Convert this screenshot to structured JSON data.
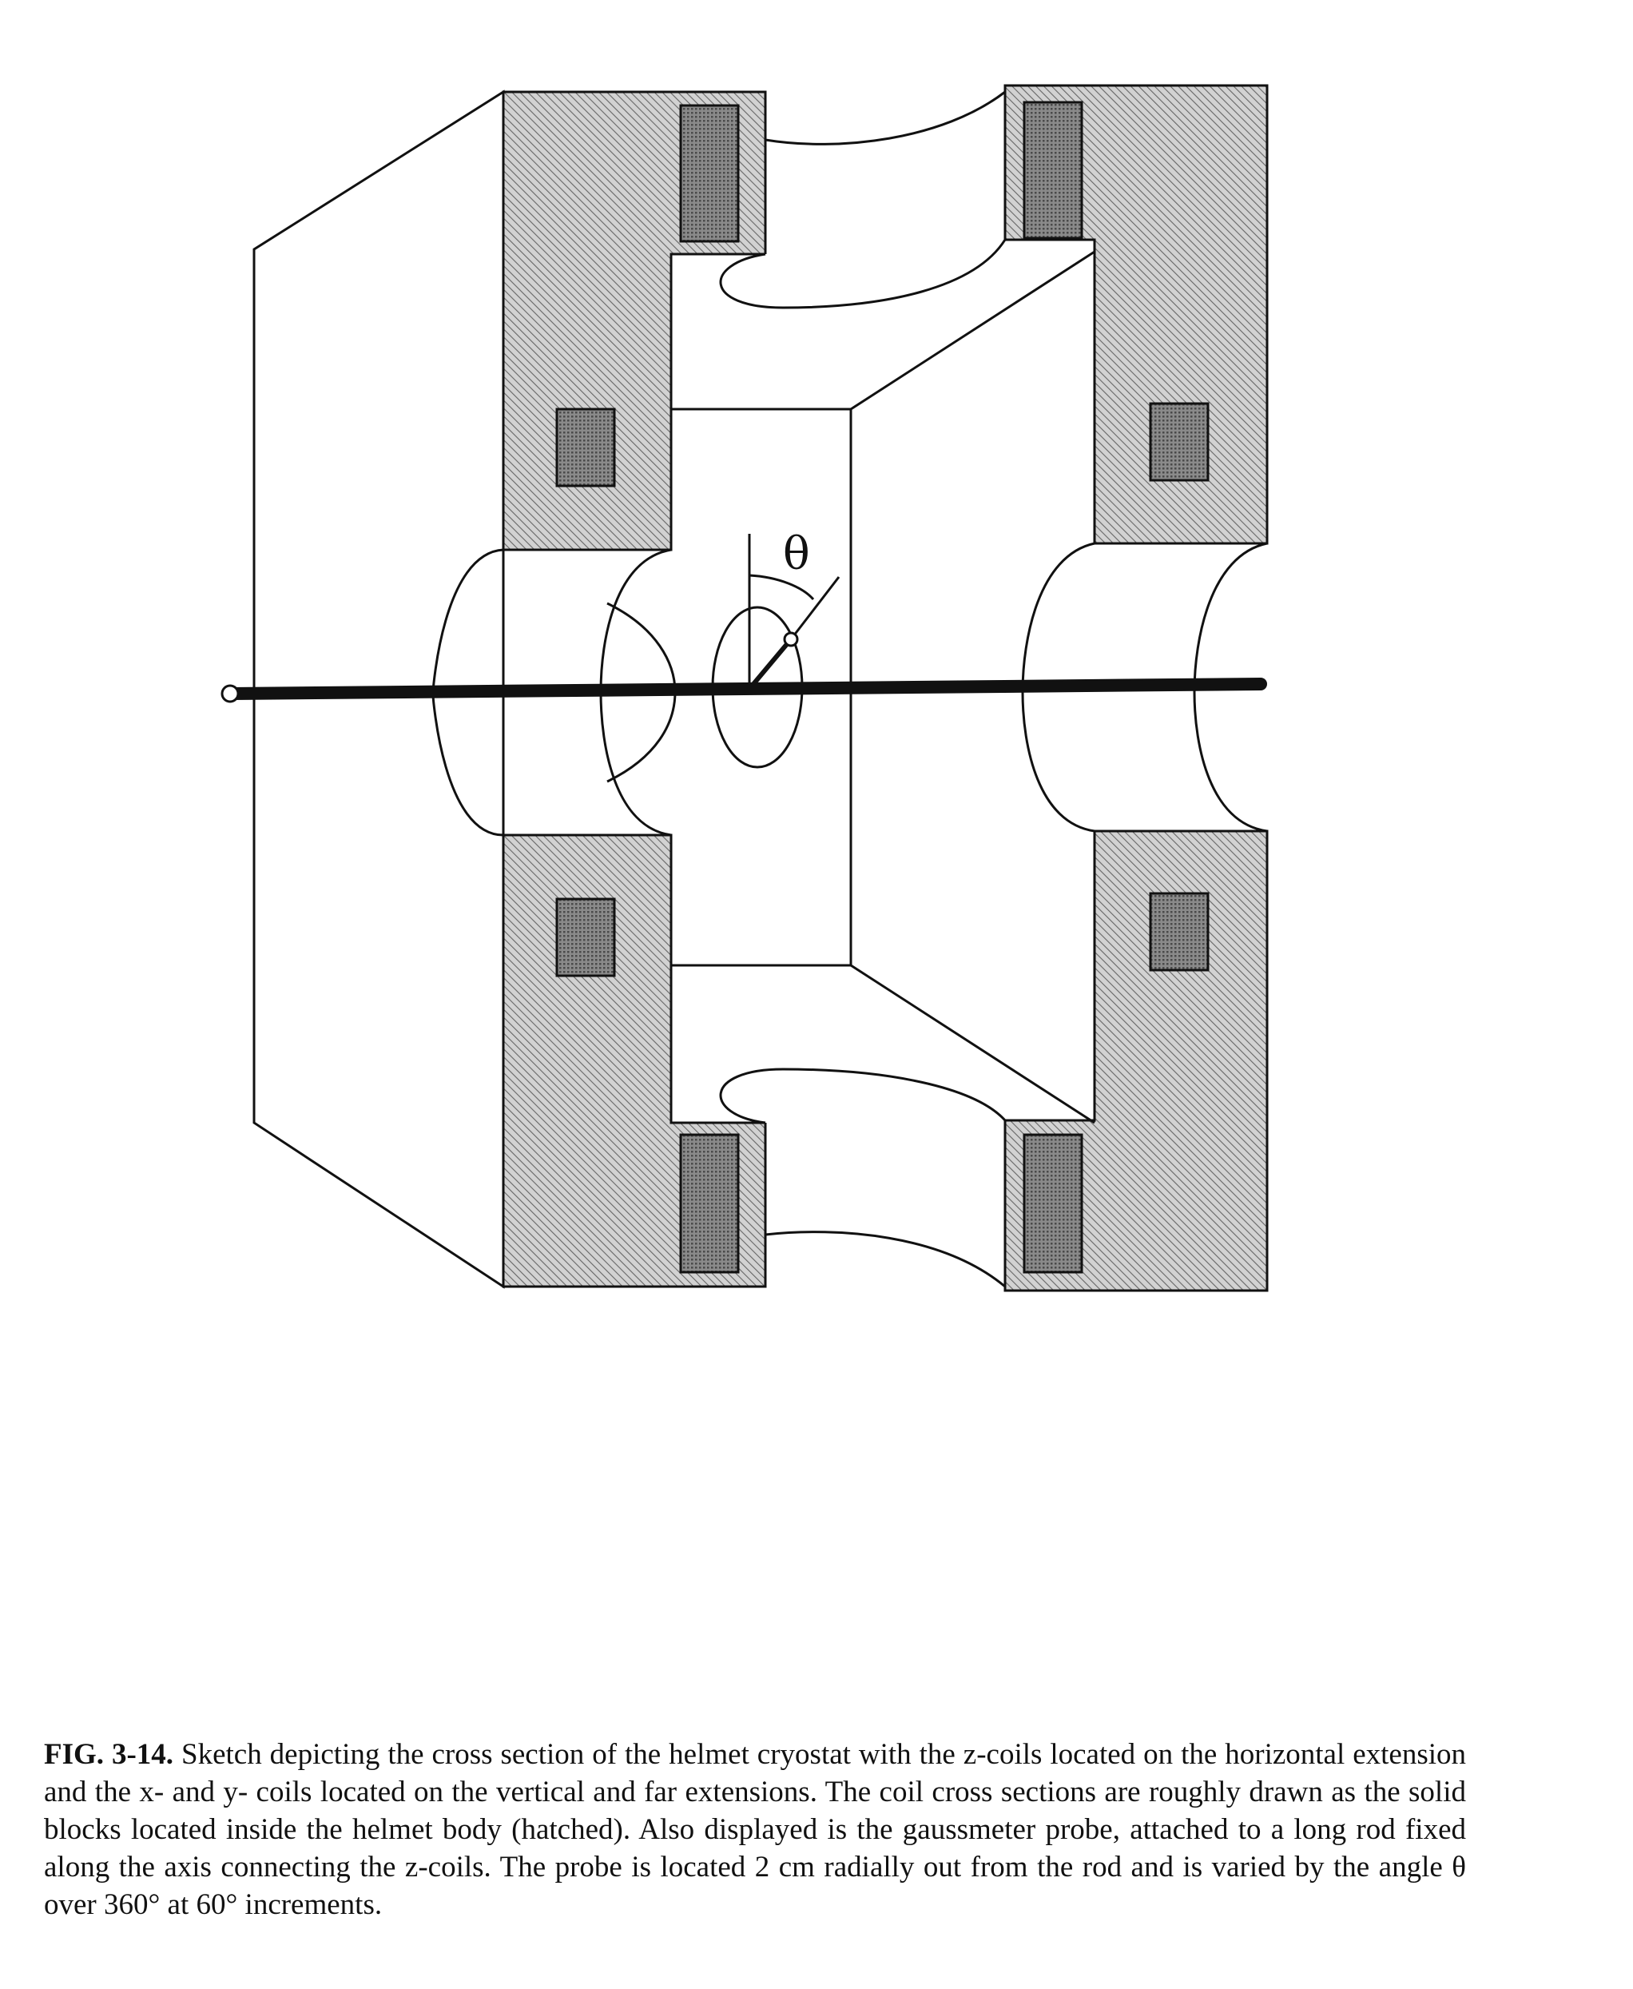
{
  "figure": {
    "angle_symbol": "θ"
  },
  "caption": {
    "label": "FIG. 3-14.",
    "text": "Sketch depicting the cross section of the helmet cryostat with the z-coils located on the horizontal extension and the x- and y- coils located on the vertical and far extensions. The coil cross sections are roughly drawn as the solid blocks located inside the helmet body (hatched). Also displayed is the gaussmeter probe, attached to a long rod fixed along the axis connecting the z-coils. The probe is located 2 cm radially out from the rod and is varied by the angle θ over 360° at 60° increments."
  }
}
